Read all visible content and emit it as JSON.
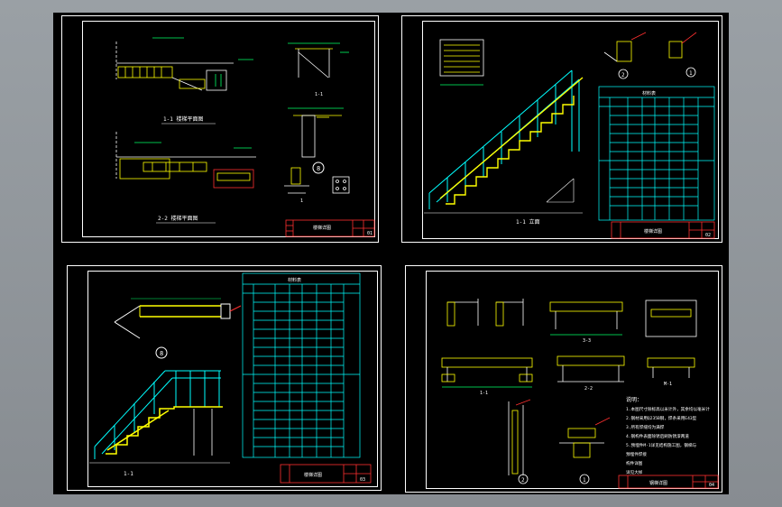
{
  "colors": {
    "background": "#000000",
    "frame": "#ffffff",
    "rail": "#00ffff",
    "steel": "#ffff00",
    "dimension": "#00ff66",
    "titleblock": "#ff3030",
    "text": "#ffffff"
  },
  "sheets": [
    {
      "id": "sheet-1",
      "labels": {
        "plan_a": "1-1 楼梯平面图",
        "plan_b": "2-2 楼梯平面图",
        "detail_a": "1-1",
        "detail_b": "1",
        "callout": "8",
        "sheet_title": "楼梯详图",
        "sheet_no": "01"
      }
    },
    {
      "id": "sheet-2",
      "labels": {
        "elevation": "1-1 立面",
        "callout_a": "2",
        "callout_b": "1",
        "sheet_title": "楼梯详图",
        "sheet_no": "02",
        "table_head": "材料表"
      }
    },
    {
      "id": "sheet-3",
      "labels": {
        "elevation": "1-1",
        "callout": "8",
        "sheet_title": "楼梯详图",
        "sheet_no": "03",
        "table_head": "材料表"
      }
    },
    {
      "id": "sheet-4",
      "labels": {
        "notes_title": "说明：",
        "note_1": "1.本图尺寸除标高以米计外，其余均以毫米计",
        "note_2": "2.钢材采用Q235B钢，焊条采用E43型",
        "note_3": "3.所有焊缝均为满焊",
        "note_4": "4.钢构件表面除锈后刷防锈漆两道",
        "note_5": "5.预埋件M-1详见结构施工图，钢梯与",
        "note_6": "预埋件焊接",
        "note_7": "构件详图",
        "note_8": "详见大样",
        "sec_a": "1-1",
        "sec_b": "2-2",
        "sec_c": "3-3",
        "sec_d": "M-1",
        "callout_a": "2",
        "callout_b": "1",
        "sheet_title": "钢梯详图",
        "sheet_no": "04"
      }
    }
  ]
}
